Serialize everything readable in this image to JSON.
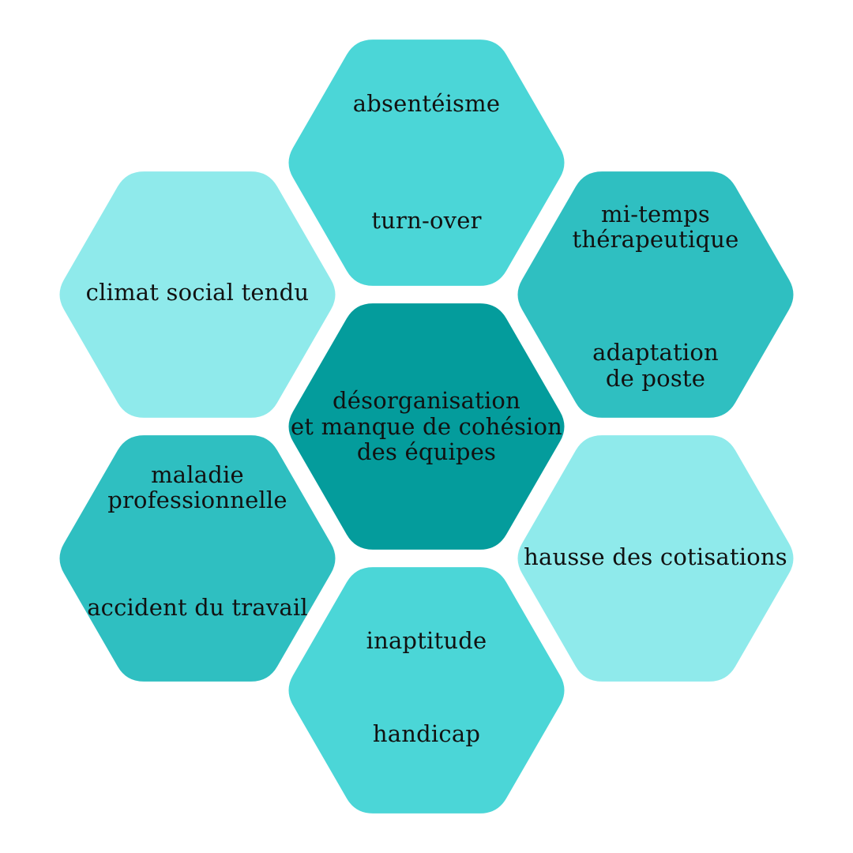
{
  "colors": {
    "center": "#049C9C",
    "medium": "#2FBFC1",
    "bright": "#4BD6D7",
    "pale": "#8FEAEB",
    "text": "#111111",
    "background": "#FFFFFF"
  },
  "hexagons": {
    "top": {
      "fill": "bright",
      "groups": [
        [
          "absentéisme"
        ],
        [
          "turn-over"
        ]
      ]
    },
    "top_right": {
      "fill": "medium",
      "groups": [
        [
          "mi-temps",
          "thérapeutique"
        ],
        [
          "adaptation",
          "de poste"
        ]
      ]
    },
    "top_left": {
      "fill": "pale",
      "groups": [
        [
          "climat social tendu"
        ]
      ]
    },
    "center": {
      "fill": "center",
      "groups": [
        [
          "désorganisation",
          "et manque de cohésion",
          "des équipes"
        ]
      ]
    },
    "bottom_left": {
      "fill": "medium",
      "groups": [
        [
          "maladie",
          "professionnelle"
        ],
        [
          "accident du travail"
        ]
      ]
    },
    "bottom_right": {
      "fill": "pale",
      "groups": [
        [
          "hausse des cotisations"
        ]
      ]
    },
    "bottom": {
      "fill": "bright",
      "groups": [
        [
          "inaptitude"
        ],
        [
          "handicap"
        ]
      ]
    }
  }
}
